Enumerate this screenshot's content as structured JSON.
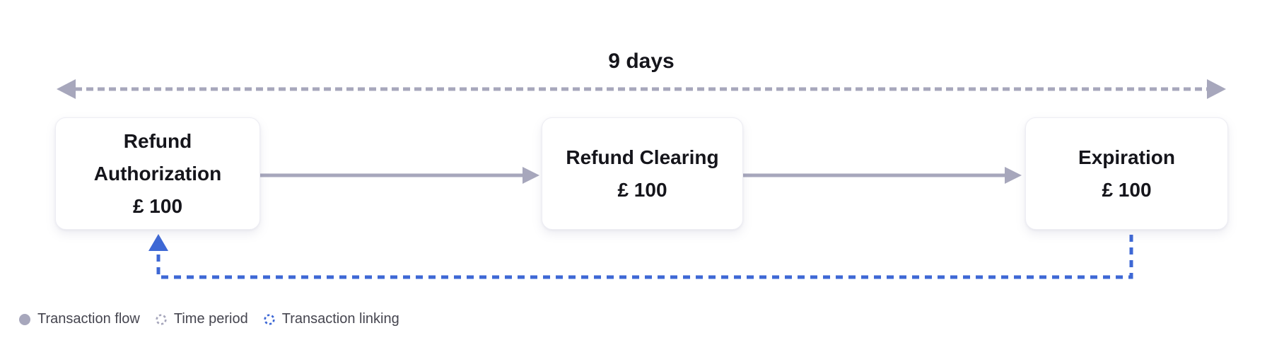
{
  "diagram": {
    "time_period": {
      "label": "9 days"
    },
    "nodes": [
      {
        "id": "refund-authorization",
        "title": "Refund Authorization",
        "amount": "£ 100"
      },
      {
        "id": "refund-clearing",
        "title": "Refund Clearing",
        "amount": "£ 100"
      },
      {
        "id": "expiration",
        "title": "Expiration",
        "amount": "£ 100"
      }
    ],
    "edges": [
      {
        "from": "refund-authorization",
        "to": "refund-clearing",
        "type": "transaction-flow"
      },
      {
        "from": "refund-clearing",
        "to": "expiration",
        "type": "transaction-flow"
      },
      {
        "from": "expiration",
        "to": "refund-authorization",
        "type": "transaction-linking"
      }
    ],
    "legend": [
      {
        "label": "Transaction flow",
        "icon": "solid-circle",
        "color": "#a7a7bc"
      },
      {
        "label": "Time period",
        "icon": "dashed-circle",
        "color": "#a7a7bc"
      },
      {
        "label": "Transaction linking",
        "icon": "dashed-circle",
        "color": "#3e68d5"
      }
    ],
    "colors": {
      "flow": "#a7a7bc",
      "linking": "#3e68d5",
      "ink": "#15151b",
      "legend": "#45454f"
    }
  }
}
